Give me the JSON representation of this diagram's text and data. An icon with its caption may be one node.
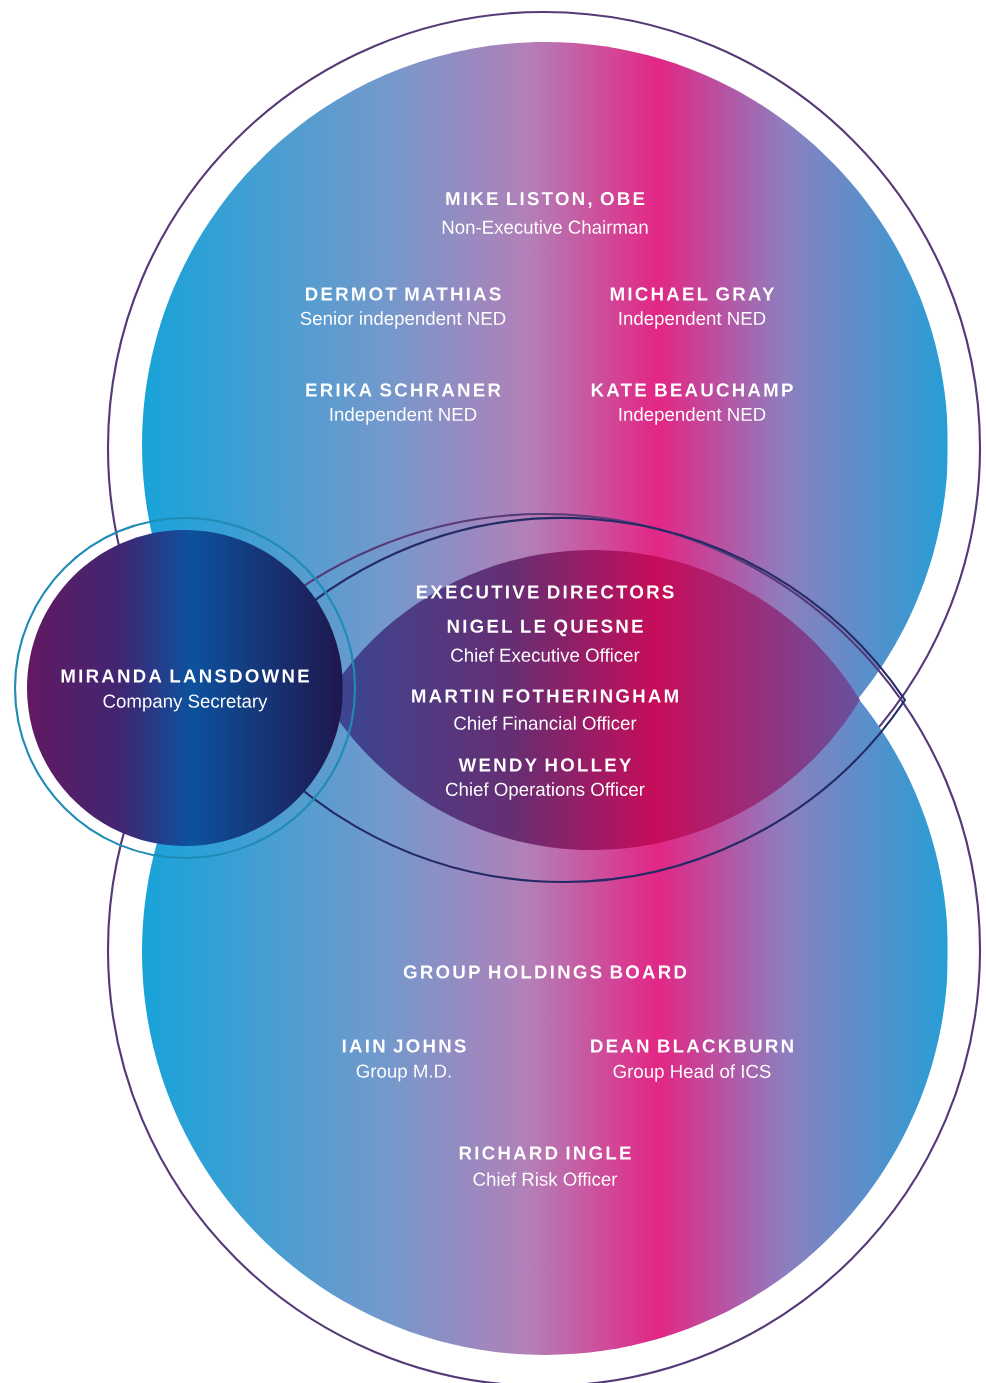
{
  "diagram": {
    "nodes": [
      {
        "text": [
          "MIKE LISTON, OBE",
          "Non-Executive Chairman",
          "DERMOT MATHIAS",
          "Senior independent NED",
          "MICHAEL GRAY",
          "Independent NED",
          "ERIKA SCHRANER",
          "Independent NED",
          "KATE BEAUCHAMP",
          "Independent NED"
        ]
      },
      {
        "text": [
          "EXECUTIVE DIRECTORS",
          "NIGEL LE QUESNE",
          "Chief Executive Officer",
          "MARTIN FOTHERINGHAM",
          "Chief Financial Officer",
          "WENDY HOLLEY",
          "Chief Operations Officer"
        ]
      },
      {
        "text": [
          "MIRANDA LANSDOWNE",
          "Company Secretary"
        ]
      },
      {
        "text": [
          "GROUP HOLDINGS BOARD",
          "IAIN JOHNS",
          "Group M.D.",
          "DEAN BLACKBURN",
          "Group Head of ICS",
          "RICHARD INGLE",
          "Chief Risk Officer"
        ]
      }
    ]
  }
}
